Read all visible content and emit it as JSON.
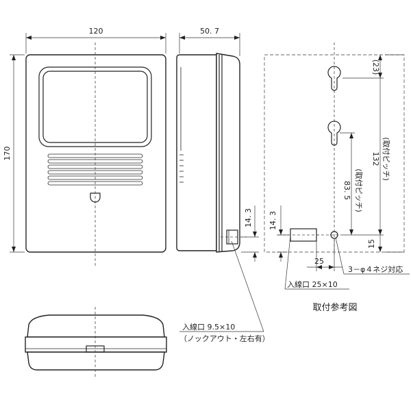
{
  "dimensions": {
    "front_width": "120",
    "front_height": "170",
    "side_depth": "50. 7",
    "side_14_3": "14. 3",
    "back_14_3": "14. 3",
    "top_23": "(23)",
    "pitch_132": "132",
    "pitch_132_label": "(取付ピッチ)",
    "pitch_83_5": "83. 5",
    "pitch_83_5_label": "(取付ピッチ)",
    "bottom_15": "15",
    "inlet_offset_25": "25"
  },
  "annotations": {
    "screw_note": "3－φ４ネジ対応",
    "back_inlet": "入線口 25×10",
    "side_inlet": "入線口 9.5×10",
    "side_inlet_sub": "（ノックアウト・左右有）",
    "figure_title": "取付参考図"
  }
}
